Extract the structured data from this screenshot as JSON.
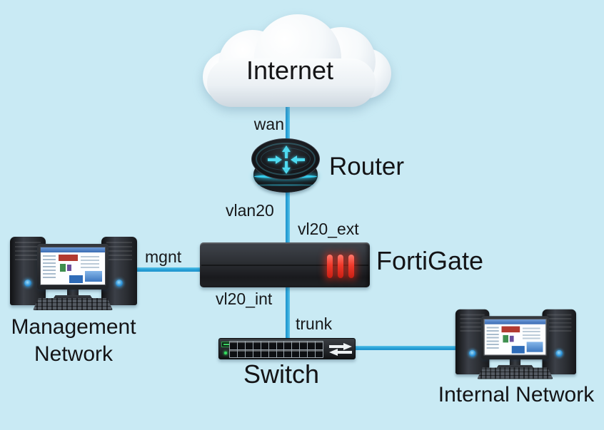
{
  "colors": {
    "background": "#c9eaf4",
    "link_line": "#2aa3d8",
    "text": "#17181a",
    "fortigate_leds": "#ef3a2c",
    "router_accent": "#34cbec",
    "switch_led": "#35e060"
  },
  "nodes": {
    "internet": {
      "label": "Internet"
    },
    "router": {
      "label": "Router"
    },
    "fortigate": {
      "label": "FortiGate"
    },
    "switch": {
      "label": "Switch"
    },
    "management_network": {
      "line1": "Management",
      "line2": "Network"
    },
    "internal_network": {
      "label": "Internal Network"
    }
  },
  "links": {
    "internet_router": {
      "label": "wan"
    },
    "router_fortigate": {
      "label": "vlan20"
    },
    "fortigate_external": {
      "label": "vl20_ext"
    },
    "fortigate_internal": {
      "label": "vl20_int"
    },
    "fortigate_management": {
      "label": "mgnt"
    },
    "switch_uplink": {
      "label": "trunk"
    }
  },
  "icons": {
    "router_arrows": "four-direction-arrows",
    "switch_arrows": "bidirectional-transfer-arrows",
    "tower_power": "power-led",
    "switch_logo": "brand-badge"
  }
}
